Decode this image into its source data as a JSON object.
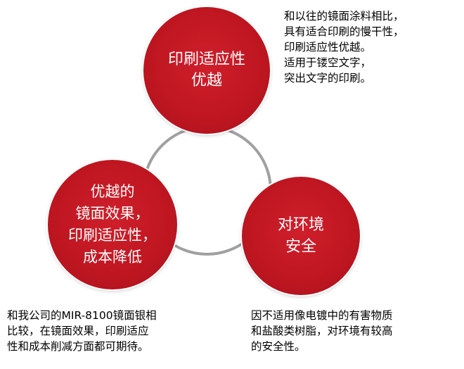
{
  "circles": {
    "top": {
      "lines": [
        "印刷适应性",
        "优越"
      ]
    },
    "left": {
      "lines": [
        "优越的",
        "镜面效果，",
        "印刷适应性，",
        "成本降低"
      ]
    },
    "right": {
      "lines": [
        "对环境",
        "安全"
      ]
    }
  },
  "notes": {
    "top": [
      "和以往的镜面涂料相比，",
      "具有适合印刷的慢干性，",
      "印刷适应性优越。",
      "适用于镂空文字，",
      "突出文字的印刷。"
    ],
    "left": [
      "和我公司的MIR-8100镜面银相",
      "比较，在镜面效果，印刷适应",
      "性和成本削减方面都可期待。"
    ],
    "right": [
      "因不适用像电镀中的有害物质",
      "和盐酸类树脂，对环境有较高",
      "的安全性。"
    ]
  },
  "colors": {
    "circle_fill": "#be1621",
    "ring": "#a0a0a0",
    "text": "#000000",
    "circle_text": "#ffffff"
  }
}
